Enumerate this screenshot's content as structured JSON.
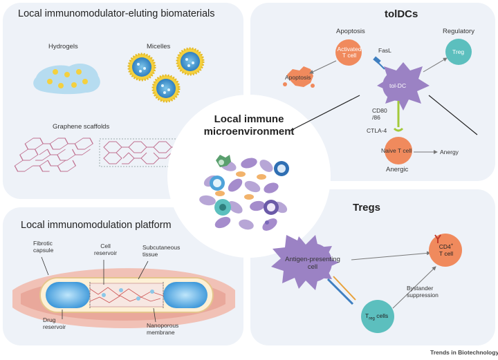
{
  "panels": {
    "biomaterials": {
      "title": "Local immunomodulator-eluting biomaterials",
      "hydrogels": "Hydrogels",
      "micelles": "Micelles",
      "graphene": "Graphene scaffolds"
    },
    "platform": {
      "title": "Local immunomodulation platform",
      "fibrotic_capsule": "Fibrotic\ncapsule",
      "cell_reservoir": "Cell\nreservoir",
      "subcutaneous": "Subcutaneous\ntissue",
      "drug_reservoir": "Drug\nreservoir",
      "nanoporous": "Nanoporous\nmembrane"
    },
    "center": {
      "title": "Local immune\nmicroenvironment"
    },
    "toldcs": {
      "title": "tolDCs",
      "apoptosis_heading": "Apoptosis",
      "activated_tcell": "Activated\nT cell",
      "apoptosis_cell": "Apoptosis",
      "fasl": "FasL",
      "regulatory": "Regulatory",
      "treg": "Treg",
      "toldc": "tol-DC",
      "cd80": "CD80\n/86",
      "ctla4": "CTLA-4",
      "naive": "Naive T cell",
      "anergy": "Anergy",
      "anergic": "Anergic"
    },
    "tregs": {
      "title": "Tregs",
      "apc": "Antigen-presenting\ncell",
      "cd4_main": "CD4",
      "cd4_sup": "+",
      "cd4_sub": "T cell",
      "bystander": "Bystander\nsuppression",
      "treg_prefix": "T",
      "treg_sub": "reg",
      "treg_suffix": " cells"
    }
  },
  "footer": {
    "credit": "Trends in Biotechnology"
  },
  "colors": {
    "panel": "#eef2f8",
    "tcell_orange": "#f08a5d",
    "treg_teal": "#5cbfbe",
    "dc_purple": "#9b82c4",
    "platform_red": "#e6a396",
    "drug_blue": "#3f9fd8"
  }
}
